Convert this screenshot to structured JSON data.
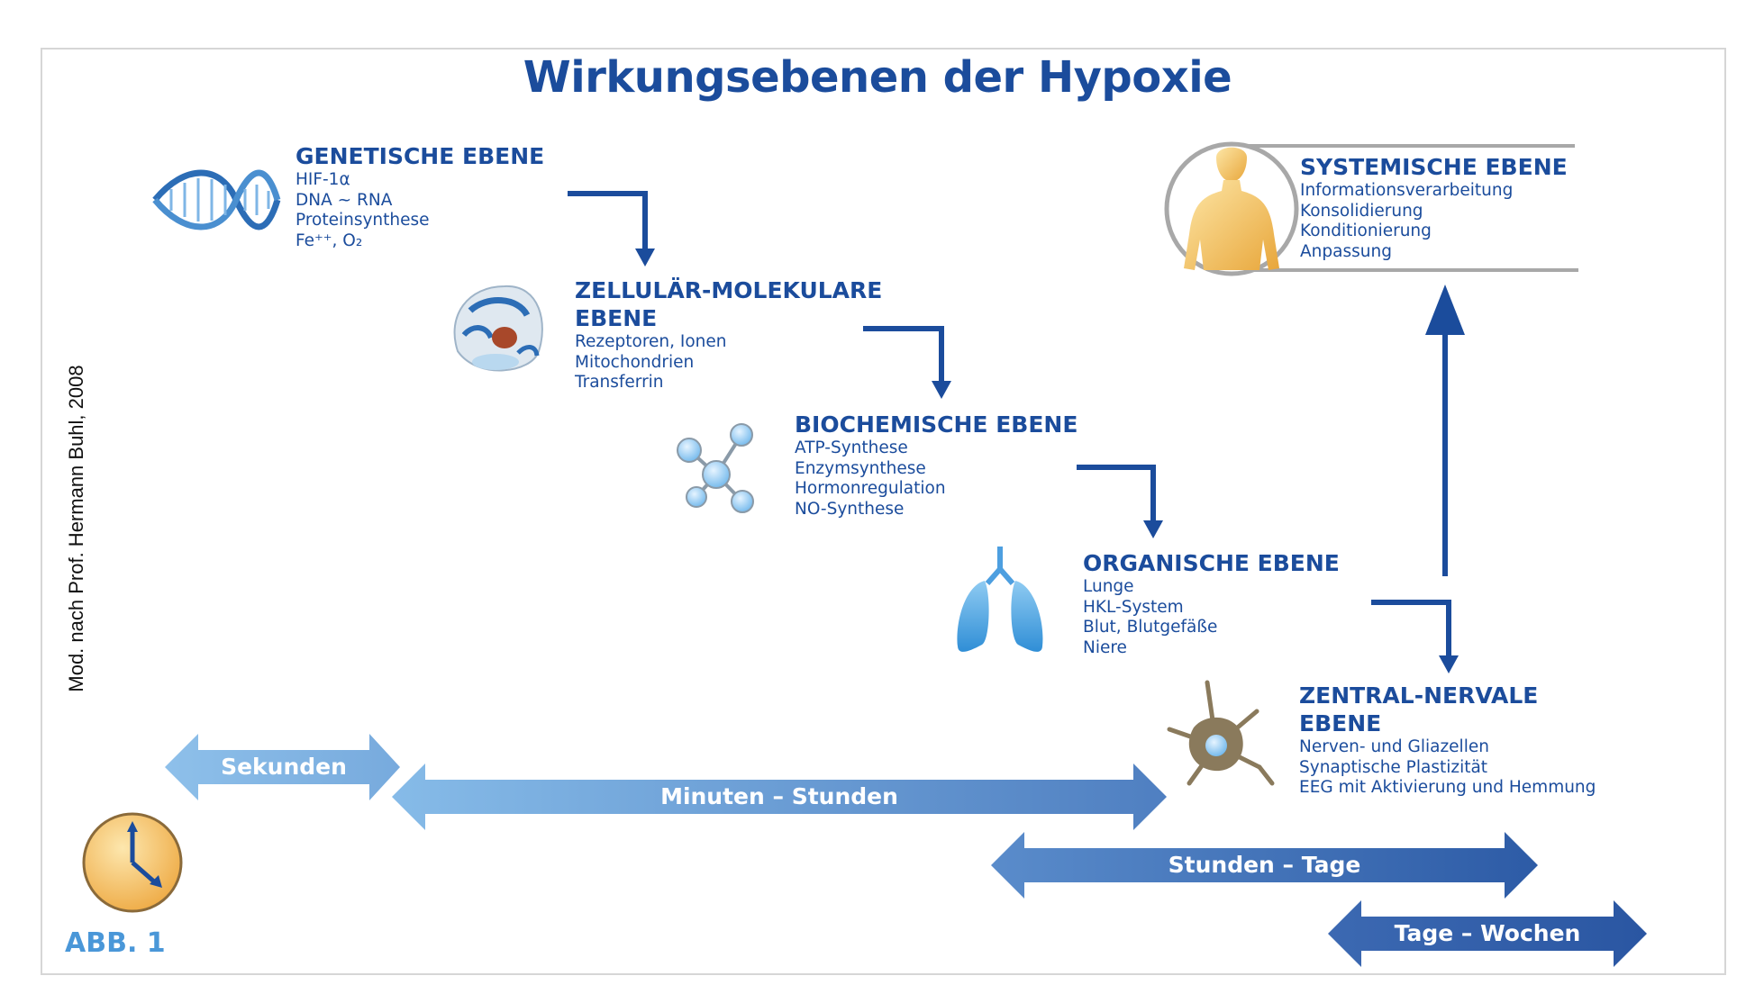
{
  "title": "Wirkungsebenen der Hypoxie",
  "credit": "Mod. nach Prof. Hermann Buhl, 2008",
  "figure_label": "ABB. 1",
  "levels": [
    {
      "id": "genetic",
      "heading_lines": [
        "GENETISCHE EBENE"
      ],
      "items": [
        "HIF-1α",
        "DNA ~ RNA",
        "Proteinsynthese",
        "Fe⁺⁺, O₂"
      ],
      "icon": "dna-icon"
    },
    {
      "id": "cellular",
      "heading_lines": [
        "ZELLULÄR-MOLEKULARE",
        "EBENE"
      ],
      "items": [
        "Rezeptoren, Ionen",
        "Mitochondrien",
        "Transferrin"
      ],
      "icon": "cell-icon"
    },
    {
      "id": "biochemical",
      "heading_lines": [
        "BIOCHEMISCHE EBENE"
      ],
      "items": [
        "ATP-Synthese",
        "Enzymsynthese",
        "Hormonregulation",
        "NO-Synthese"
      ],
      "icon": "molecule-icon"
    },
    {
      "id": "organic",
      "heading_lines": [
        "ORGANISCHE EBENE"
      ],
      "items": [
        "Lunge",
        "HKL-System",
        "Blut, Blutgefäße",
        "Niere"
      ],
      "icon": "lungs-icon"
    },
    {
      "id": "neural",
      "heading_lines": [
        "ZENTRAL-NERVALE",
        "EBENE"
      ],
      "items": [
        "Nerven- und Gliazellen",
        "Synaptische Plastizität",
        "EEG mit Aktivierung und Hemmung"
      ],
      "icon": "neuron-icon"
    },
    {
      "id": "systemic",
      "heading_lines": [
        "SYSTEMISCHE EBENE"
      ],
      "items": [
        "Informationsverarbeitung",
        "Konsolidierung",
        "Konditionierung",
        "Anpassung"
      ],
      "icon": "human-body-icon"
    }
  ],
  "timescales": [
    "Sekunden",
    "Minuten – Stunden",
    "Stunden – Tage",
    "Tage – Wochen"
  ],
  "colors": {
    "text": "#1b4c9c",
    "connector": "#1b4c9c",
    "band_light": "#8ec0ea",
    "band_dark": "#2f5ea8",
    "label": "#4a97d8",
    "clock": "#f0b650"
  }
}
